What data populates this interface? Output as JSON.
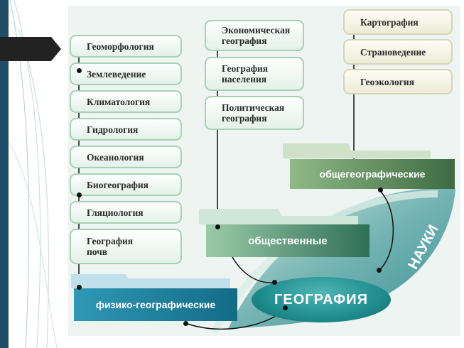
{
  "physical": {
    "items": [
      "Геоморфология",
      "Землеведение",
      "Климатология",
      "Гидрология",
      "Океанология",
      "Биогеография",
      "Гляциология",
      "География почв"
    ],
    "band_label": "физико-географические"
  },
  "social": {
    "items": [
      "Экономическая география",
      "География населения",
      "Политическая география"
    ],
    "band_label": "общественные"
  },
  "general": {
    "items": [
      "Картография",
      "Страноведение",
      "Геоэкология"
    ],
    "band_label": "общегеографические"
  },
  "center": {
    "label": "ГЕОГРАФИЯ",
    "arc_label": "НАУКИ"
  },
  "colors": {
    "teal_band": "#1a7f96",
    "green_band": "#3f7c5f",
    "olive_band": "#4f7a4c",
    "box_border": "#a6d1b4",
    "oval": "#1f8c8e"
  }
}
